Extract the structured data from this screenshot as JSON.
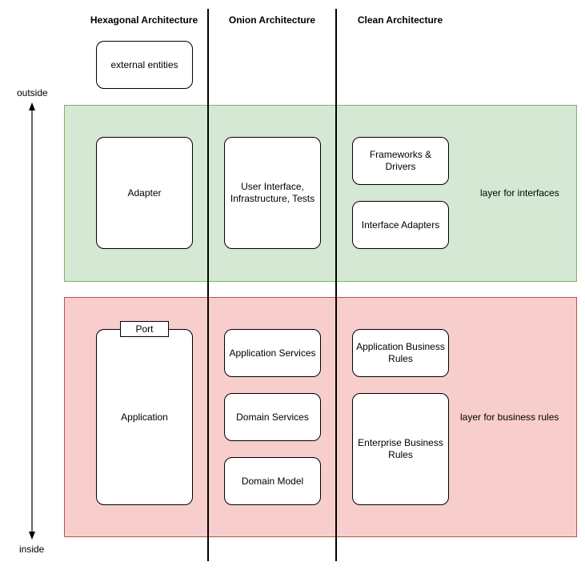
{
  "columns": {
    "hexagonal": "Hexagonal Architecture",
    "onion": "Onion Architecture",
    "clean": "Clean Architecture"
  },
  "axis": {
    "outside": "outside",
    "inside": "inside"
  },
  "layers": {
    "interfaces": "layer for interfaces",
    "business_rules": "layer for business rules"
  },
  "hexagonal": {
    "external": "external entities",
    "adapter": "Adapter",
    "port": "Port",
    "application": "Application"
  },
  "onion": {
    "ui": "User Interface, Infrastructure, Tests",
    "app_services": "Application Services",
    "domain_services": "Domain Services",
    "domain_model": "Domain Model"
  },
  "clean": {
    "frameworks": "Frameworks & Drivers",
    "interface_adapters": "Interface Adapters",
    "app_rules": "Application Business Rules",
    "enterprise_rules": "Enterprise Business Rules"
  },
  "colors": {
    "interface_layer_fill": "#d5e8d4",
    "interface_layer_border": "#82b366",
    "business_layer_fill": "#f8cecc",
    "business_layer_border": "#b85450"
  }
}
